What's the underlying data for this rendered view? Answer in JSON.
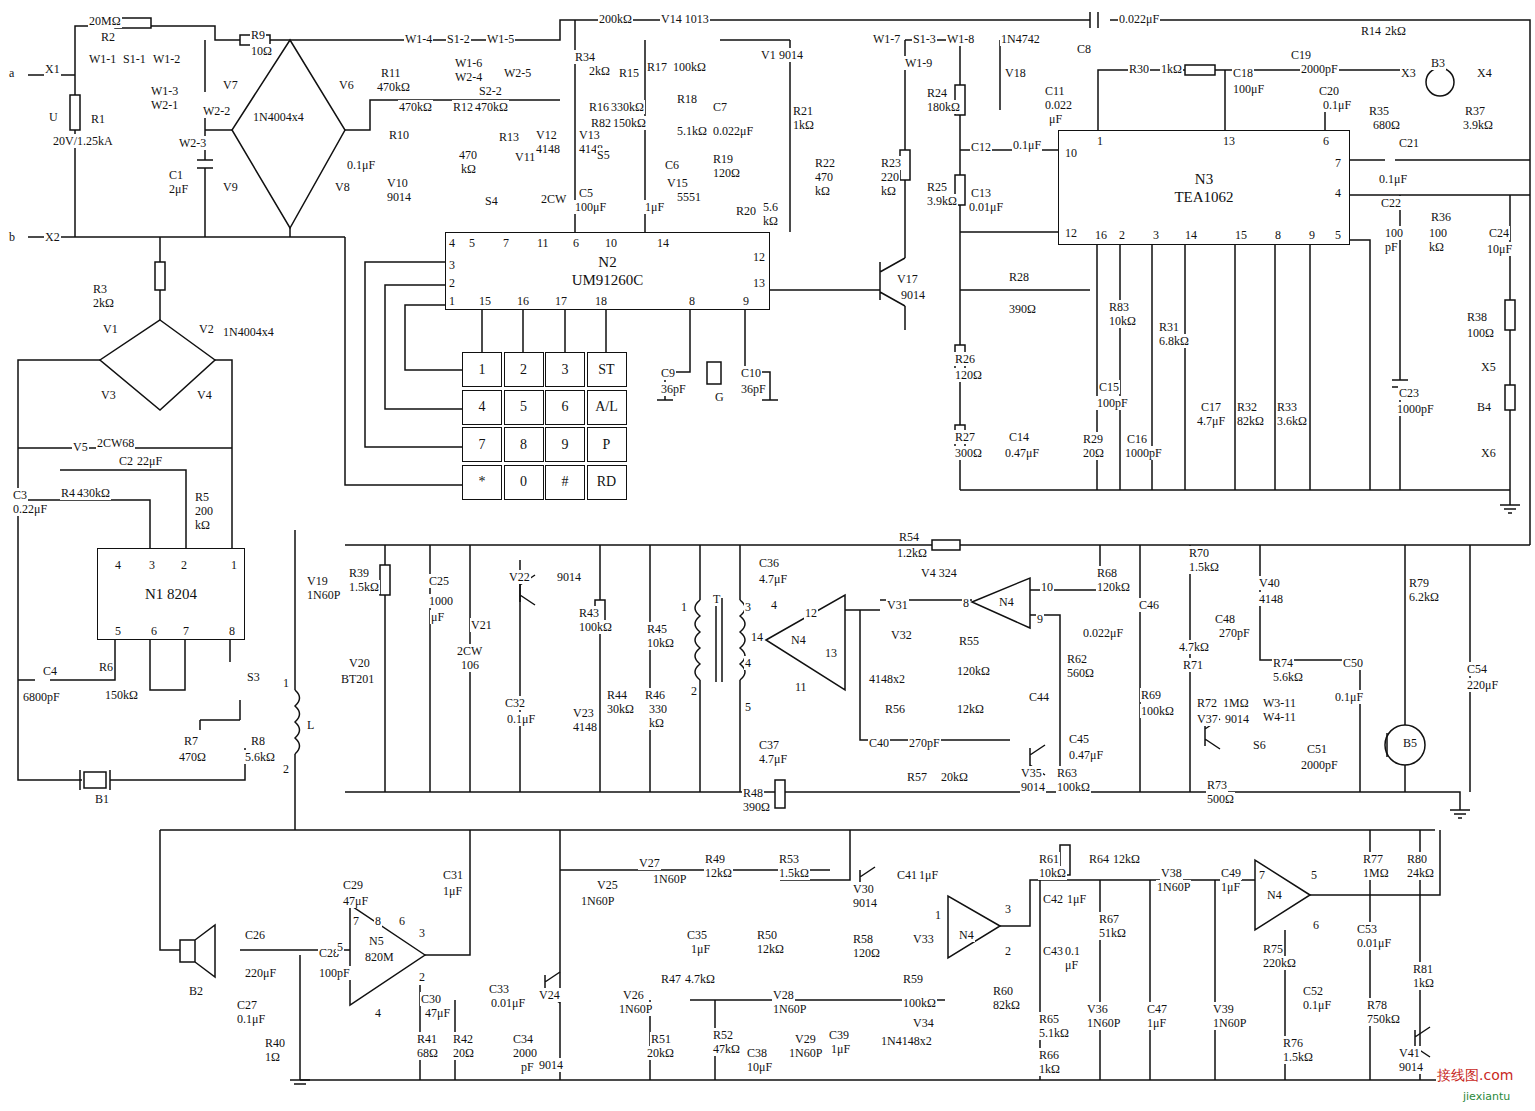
{
  "diagram": {
    "nodes": [
      {
        "text": [
          "N1 8204"
        ]
      },
      {
        "text": [
          "N2",
          "UM91260C"
        ]
      },
      {
        "text": [
          "N3",
          "TEA1062"
        ]
      },
      {
        "text": [
          "1"
        ]
      },
      {
        "text": [
          "2"
        ]
      },
      {
        "text": [
          "3"
        ]
      },
      {
        "text": [
          "ST"
        ]
      },
      {
        "text": [
          "4"
        ]
      },
      {
        "text": [
          "5"
        ]
      },
      {
        "text": [
          "6"
        ]
      },
      {
        "text": [
          "A/L"
        ]
      },
      {
        "text": [
          "7"
        ]
      },
      {
        "text": [
          "8"
        ]
      },
      {
        "text": [
          "9"
        ]
      },
      {
        "text": [
          "P"
        ]
      },
      {
        "text": [
          "*"
        ]
      },
      {
        "text": [
          "0"
        ]
      },
      {
        "text": [
          "#"
        ]
      },
      {
        "text": [
          "RD"
        ]
      }
    ],
    "labels": [
      "20MΩ",
      "R2",
      "W1-1",
      "S1-1",
      "W1-2",
      "a",
      "X1",
      "W1-3",
      "W2-1",
      "W2-2",
      "W2-3",
      "U",
      "R1",
      "20V/1.25kA",
      "C1",
      "2μF",
      "b",
      "X2",
      "R3",
      "2kΩ",
      "V1",
      "V2",
      "1N4004x4",
      "V3",
      "V4",
      "V5",
      "2CW68",
      "C2",
      "22μF",
      "C3",
      "0.22μF",
      "R4",
      "430kΩ",
      "R5",
      "200",
      "kΩ",
      "4",
      "3",
      "2",
      "1",
      "5",
      "6",
      "7",
      "8",
      "C4",
      "6800pF",
      "R6",
      "150kΩ",
      "S3",
      "R7",
      "470Ω",
      "R8",
      "5.6kΩ",
      "B1",
      "R9",
      "10Ω",
      "V7",
      "V6",
      "1N4004x4",
      "V9",
      "V8",
      "W1-4",
      "S1-2",
      "W1-5",
      "W1-6",
      "W2-4",
      "W2-5",
      "S2-2",
      "R11",
      "470kΩ",
      "R10",
      "0.1μF",
      "470kΩ",
      "R12",
      "470kΩ",
      "V10",
      "9014",
      "R13",
      "470",
      "kΩ",
      "V11",
      "V12",
      "4148",
      "V13",
      "4148",
      "2CW",
      "C5",
      "100μF",
      "S4",
      "200kΩ",
      "V14 1013",
      "R34",
      "2kΩ",
      "R15",
      "R17",
      "100kΩ",
      "V1",
      "9014",
      "R18",
      "5.1kΩ",
      "R16",
      "330kΩ",
      "R82",
      "150kΩ",
      "S5",
      "C6",
      "1μF",
      "V15",
      "5551",
      "C7",
      "0.022μF",
      "R19",
      "120Ω",
      "R20",
      "5.6",
      "kΩ",
      "R21",
      "1kΩ",
      "R22",
      "470",
      "kΩ",
      "4",
      "5",
      "7",
      "11",
      "6",
      "10",
      "14",
      "12",
      "3",
      "2",
      "1",
      "15",
      "16",
      "17",
      "18",
      "8",
      "9",
      "13",
      "C9",
      "36pF",
      "G",
      "C10",
      "36pF",
      "W1-7",
      "S1-3",
      "W1-8",
      "W1-9",
      "R23",
      "220",
      "kΩ",
      "R24",
      "180kΩ",
      "R25",
      "3.9kΩ",
      "V17",
      "9014",
      "C8",
      "0.022μF",
      "1N4742",
      "V18",
      "C11",
      "0.022",
      "μF",
      "R30",
      "1kΩ",
      "C12",
      "0.1μF",
      "C13",
      "0.01μF",
      "C18",
      "100μF",
      "C19",
      "2000pF",
      "C20",
      "0.1μF",
      "R14",
      "2kΩ",
      "X3",
      "B3",
      "X4",
      "R35",
      "680Ω",
      "R37",
      "3.9kΩ",
      "1",
      "13",
      "6",
      "10",
      "7",
      "4",
      "12",
      "5",
      "16",
      "2",
      "3",
      "14",
      "15",
      "8",
      "9",
      "C21",
      "0.1μF",
      "C22",
      "100",
      "pF",
      "R36",
      "100",
      "kΩ",
      "C24",
      "10μF",
      "R38",
      "100Ω",
      "C23",
      "1000pF",
      "X5",
      "B4",
      "X6",
      "R28",
      "390Ω",
      "R26",
      "120Ω",
      "R27",
      "300Ω",
      "C14",
      "0.47μF",
      "R83",
      "10kΩ",
      "R31",
      "6.8kΩ",
      "C15",
      "100pF",
      "R29",
      "20Ω",
      "C16",
      "1000pF",
      "C17",
      "4.7μF",
      "R32",
      "82kΩ",
      "R33",
      "3.6kΩ",
      "R54",
      "1.2kΩ",
      "V4 324",
      "V19",
      "1N60P",
      "L",
      "1",
      "2",
      "R39",
      "1.5kΩ",
      "C25",
      "1000",
      "μF",
      "V20",
      "BT201",
      "V21",
      "2CW",
      "106",
      "V22",
      "9014",
      "C32",
      "0.1μF",
      "R43",
      "100kΩ",
      "V23",
      "4148",
      "R45",
      "10kΩ",
      "R44",
      "30kΩ",
      "R46",
      "330",
      "kΩ",
      "T",
      "1",
      "2",
      "3",
      "4",
      "5",
      "C36",
      "4.7μF",
      "C37",
      "4.7μF",
      "R48",
      "390Ω",
      "N4",
      "4",
      "12",
      "14",
      "13",
      "11",
      "V31",
      "V32",
      "R55",
      "120kΩ",
      "4148x2",
      "R56",
      "12kΩ",
      "C40",
      "270pF",
      "N4",
      "8",
      "10",
      "9",
      "C44",
      "R62",
      "560Ω",
      "C45",
      "0.47μF",
      "V35",
      "9014",
      "R63",
      "100kΩ",
      "R57",
      "20kΩ",
      "R68",
      "120kΩ",
      "C46",
      "0.022μF",
      "R69",
      "100kΩ",
      "R70",
      "1.5kΩ",
      "R71",
      "4.7kΩ",
      "V40",
      "4148",
      "C48",
      "270pF",
      "R74",
      "5.6kΩ",
      "C50",
      "0.1μF",
      "R72",
      "1MΩ",
      "V37",
      "9014",
      "W3-11",
      "W4-11",
      "R73",
      "500Ω",
      "S6",
      "C51",
      "2000pF",
      "B5",
      "R79",
      "6.2kΩ",
      "C54",
      "220μF",
      "C29",
      "47μF",
      "C31",
      "1μF",
      "C26",
      "220μF",
      "C28",
      "100pF",
      "C27",
      "0.1μF",
      "R40",
      "1Ω",
      "N5",
      "820M",
      "7",
      "8",
      "6",
      "5",
      "3",
      "2",
      "4",
      "C30",
      "47μF",
      "C33",
      "0.01μF",
      "R41",
      "68Ω",
      "R42",
      "20Ω",
      "C34",
      "2000",
      "pF",
      "B2",
      "V24",
      "9014",
      "V25",
      "1N60P",
      "V27",
      "1N60P",
      "V26",
      "1N60P",
      "R47",
      "4.7kΩ",
      "R49",
      "12kΩ",
      "R53",
      "1.5kΩ",
      "C35",
      "1μF",
      "R50",
      "12kΩ",
      "V30",
      "9014",
      "R58",
      "120Ω",
      "C41",
      "1μF",
      "R51",
      "20kΩ",
      "R52",
      "47kΩ",
      "V28",
      "1N60P",
      "C38",
      "10μF",
      "V29",
      "1N60P",
      "C39",
      "1μF",
      "V33",
      "R59",
      "100kΩ",
      "V34",
      "1N4148x2",
      "N4",
      "1",
      "3",
      "2",
      "R60",
      "82kΩ",
      "R61",
      "10kΩ",
      "R64",
      "12kΩ",
      "C42",
      "1μF",
      "C43",
      "0.1",
      "μF",
      "R65",
      "5.1kΩ",
      "R66",
      "1kΩ",
      "V36",
      "1N60P",
      "R67",
      "51kΩ",
      "V38",
      "1N60P",
      "C47",
      "1μF",
      "V39",
      "1N60P",
      "C49",
      "1μF",
      "N4",
      "7",
      "5",
      "6",
      "R75",
      "220kΩ",
      "C52",
      "0.1μF",
      "R76",
      "1.5kΩ",
      "R77",
      "1MΩ",
      "R80",
      "24kΩ",
      "C53",
      "0.01μF",
      "R81",
      "1kΩ",
      "R78",
      "750kΩ",
      "V41",
      "9014",
      "接线图.com",
      "jiexiantu"
    ]
  }
}
